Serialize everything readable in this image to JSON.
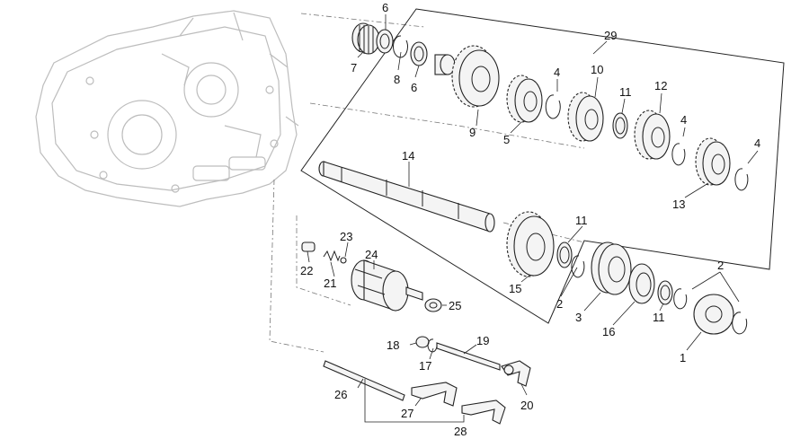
{
  "labels": [
    {
      "id": "label-1",
      "text": "1"
    },
    {
      "id": "label-2a",
      "text": "2"
    },
    {
      "id": "label-2b",
      "text": "2"
    },
    {
      "id": "label-3",
      "text": "3"
    },
    {
      "id": "label-4a",
      "text": "4"
    },
    {
      "id": "label-4b",
      "text": "4"
    },
    {
      "id": "label-4c",
      "text": "4"
    },
    {
      "id": "label-5",
      "text": "5"
    },
    {
      "id": "label-6a",
      "text": "6"
    },
    {
      "id": "label-6b",
      "text": "6"
    },
    {
      "id": "label-7",
      "text": "7"
    },
    {
      "id": "label-8",
      "text": "8"
    },
    {
      "id": "label-9",
      "text": "9"
    },
    {
      "id": "label-10",
      "text": "10"
    },
    {
      "id": "label-11a",
      "text": "11"
    },
    {
      "id": "label-11b",
      "text": "11"
    },
    {
      "id": "label-11c",
      "text": "11"
    },
    {
      "id": "label-12",
      "text": "12"
    },
    {
      "id": "label-13",
      "text": "13"
    },
    {
      "id": "label-14",
      "text": "14"
    },
    {
      "id": "label-15",
      "text": "15"
    },
    {
      "id": "label-16",
      "text": "16"
    },
    {
      "id": "label-17",
      "text": "17"
    },
    {
      "id": "label-18",
      "text": "18"
    },
    {
      "id": "label-19",
      "text": "19"
    },
    {
      "id": "label-20",
      "text": "20"
    },
    {
      "id": "label-21",
      "text": "21"
    },
    {
      "id": "label-22",
      "text": "22"
    },
    {
      "id": "label-23",
      "text": "23"
    },
    {
      "id": "label-24",
      "text": "24"
    },
    {
      "id": "label-25",
      "text": "25"
    },
    {
      "id": "label-26",
      "text": "26"
    },
    {
      "id": "label-27",
      "text": "27"
    },
    {
      "id": "label-28",
      "text": "28"
    },
    {
      "id": "label-29",
      "text": "29"
    }
  ]
}
